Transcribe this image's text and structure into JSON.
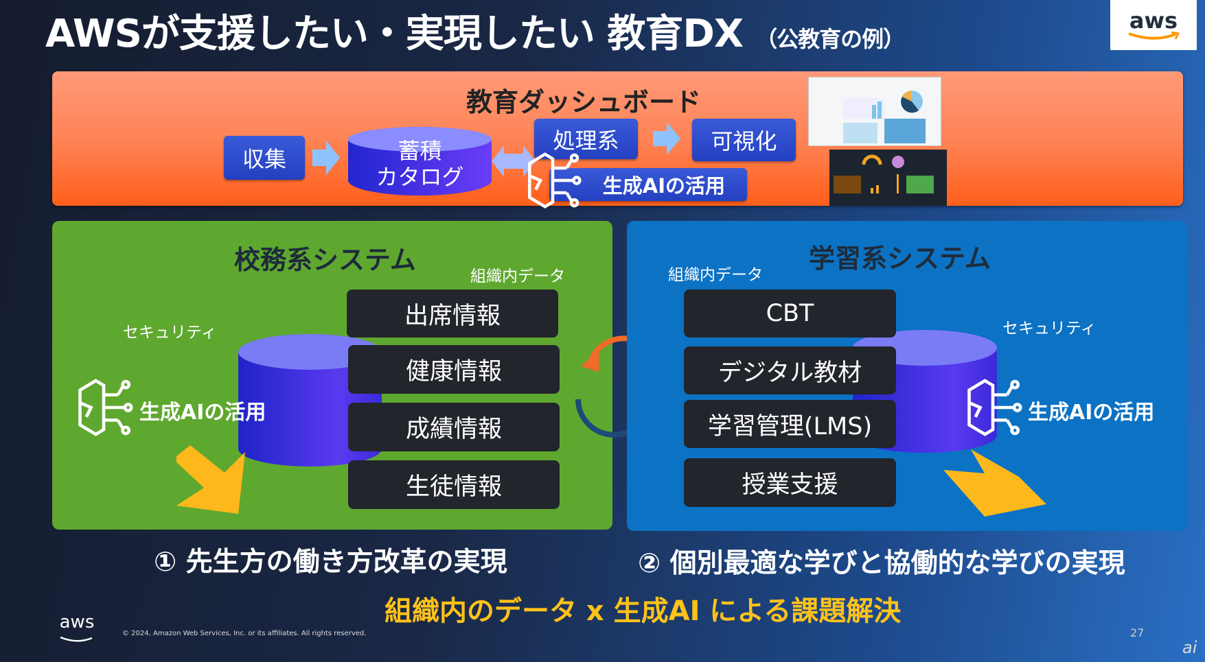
{
  "title": "AWSが支援したい・実現したい 教育DX",
  "title_suffix": "（公教育の例）",
  "logo": "aws",
  "dashboard": {
    "title": "教育ダッシュボード",
    "collect": "収集",
    "storage_line1": "蓄積",
    "storage_line2": "カタログ",
    "processing": "処理系",
    "visualization": "可視化",
    "genai": "生成AIの活用"
  },
  "school_affairs": {
    "title": "校務系システム",
    "org_data": "組織内データ",
    "security": "セキュリティ",
    "genai": "生成AIの活用",
    "items": [
      "出席情報",
      "健康情報",
      "成績情報",
      "生徒情報"
    ]
  },
  "learning": {
    "title": "学習系システム",
    "org_data": "組織内データ",
    "security": "セキュリティ",
    "genai": "生成AIの活用",
    "items": [
      "CBT",
      "デジタル教材",
      "学習管理(LMS)",
      "授業支援"
    ]
  },
  "goal1": "① 先生方の働き方改革の実現",
  "goal2": "② 個別最適な学びと協働的な学びの実現",
  "tagline": "組織内のデータ x 生成AI による課題解決",
  "footer": {
    "copyright": "© 2024, Amazon Web Services, Inc. or its affiliates. All rights reserved.",
    "page": "27",
    "logo": "aws",
    "watermark": "ai"
  },
  "colors": {
    "orange": "#ff7a45",
    "green": "#5fa82f",
    "blue": "#0c72c4",
    "yellow": "#ffc21a"
  }
}
